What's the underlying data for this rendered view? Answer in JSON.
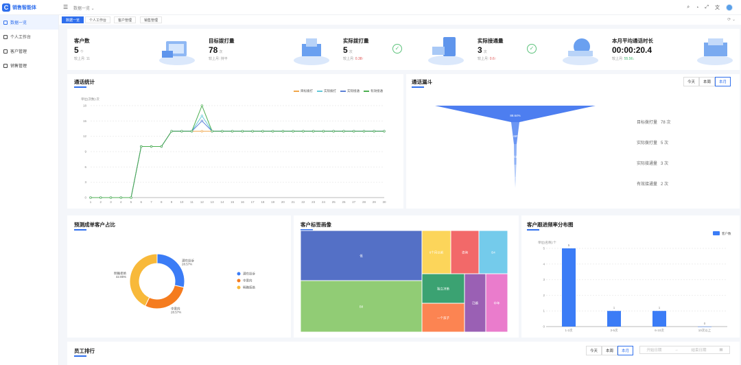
{
  "app": {
    "name": "销售智能体",
    "breadcrumb": "数据一览"
  },
  "sidebar": {
    "items": [
      {
        "label": "数据一览"
      },
      {
        "label": "个人工作台"
      },
      {
        "label": "客户管理"
      },
      {
        "label": "销售管理"
      }
    ]
  },
  "tabs": [
    {
      "label": "数据一览"
    },
    {
      "label": "个人工作台"
    },
    {
      "label": "客户管理"
    },
    {
      "label": "销售管理"
    }
  ],
  "stats": [
    {
      "title": "客户数",
      "value": "5",
      "unit": "个",
      "sub_label": "较上月:",
      "sub_value": "11"
    },
    {
      "title": "目标拨打量",
      "value": "78",
      "unit": "次",
      "sub_label": "较上月:",
      "sub_value": "持平"
    },
    {
      "title": "实际拨打量",
      "value": "5",
      "unit": "次",
      "sub_label": "较上月:",
      "sub_value": "0.38↑"
    },
    {
      "title": "实际接通量",
      "value": "3",
      "unit": "次",
      "sub_label": "较上月:",
      "sub_value": "0.6↑"
    },
    {
      "title": "本月平均通话时长",
      "value": "00:00:20.4",
      "unit": "",
      "sub_label": "较上月:",
      "sub_value": "55.56↓"
    }
  ],
  "call_stats": {
    "title": "通话统计",
    "unit": "单位(次数):次"
  },
  "funnel": {
    "title": "通话漏斗",
    "toggle": [
      "今天",
      "本周",
      "本月"
    ],
    "items": [
      {
        "label": "目标拨打量",
        "value": "78 次"
      },
      {
        "label": "实际拨打量",
        "value": "5 次"
      },
      {
        "label": "实际接通量",
        "value": "3 次"
      },
      {
        "label": "有效接通量",
        "value": "2 次"
      }
    ],
    "pcts": [
      "88.64%",
      "5.68%",
      "3.41%",
      "2.27%"
    ]
  },
  "forecast": {
    "title": "预测成单客户占比"
  },
  "tags": {
    "title": "客户标签画像"
  },
  "follow": {
    "title": "客户跟进频率分布图"
  },
  "ranking": {
    "title": "员工排行",
    "toggle": [
      "今天",
      "本周",
      "本月"
    ],
    "start_ph": "开始日期",
    "end_ph": "结束日期",
    "sep": "→"
  },
  "chart_data": [
    {
      "type": "line",
      "title": "",
      "ylabel": "单位(次数):次",
      "ylim": [
        0,
        18
      ],
      "yticks": [
        0,
        3,
        6,
        9,
        12,
        15,
        18
      ],
      "x": [
        1,
        2,
        3,
        4,
        5,
        6,
        7,
        8,
        9,
        10,
        11,
        12,
        13,
        14,
        15,
        16,
        17,
        18,
        19,
        20,
        21,
        22,
        23,
        24,
        25,
        26,
        27,
        28,
        29,
        30
      ],
      "series": [
        {
          "name": "目标拨打",
          "color": "#f0a64a",
          "values": [
            0,
            0,
            0,
            0,
            0,
            10,
            10,
            10,
            13,
            13,
            13,
            13,
            13,
            13,
            13,
            13,
            13,
            13,
            13,
            13,
            13,
            13,
            13,
            13,
            13,
            13,
            13,
            13,
            13,
            13
          ]
        },
        {
          "name": "实际拨打",
          "color": "#62c8d8",
          "values": [
            0,
            0,
            0,
            0,
            0,
            10,
            10,
            10,
            13,
            13,
            13,
            16,
            13,
            13,
            13,
            13,
            13,
            13,
            13,
            13,
            13,
            13,
            13,
            13,
            13,
            13,
            13,
            13,
            13,
            13
          ]
        },
        {
          "name": "实际接通",
          "color": "#5b7fd6",
          "values": [
            0,
            0,
            0,
            0,
            0,
            10,
            10,
            10,
            13,
            13,
            13,
            15,
            13,
            13,
            13,
            13,
            13,
            13,
            13,
            13,
            13,
            13,
            13,
            13,
            13,
            13,
            13,
            13,
            13,
            13
          ]
        },
        {
          "name": "有效接通",
          "color": "#4caf50",
          "values": [
            0,
            0,
            0,
            0,
            0,
            10,
            10,
            10,
            13,
            13,
            13,
            18,
            13,
            13,
            13,
            13,
            13,
            13,
            13,
            13,
            13,
            13,
            13,
            13,
            13,
            13,
            13,
            13,
            13,
            13
          ]
        }
      ]
    },
    {
      "type": "pie",
      "title": "预测成单客户占比",
      "slices": [
        {
          "name": "潜在投诉",
          "value": 28.57,
          "label": "潜在投诉\n28.57%",
          "color": "#3b7cf6"
        },
        {
          "name": "中意向",
          "value": 28.57,
          "label": "中意向\n28.57%",
          "color": "#f57c1f"
        },
        {
          "name": "明确拒绝",
          "value": 42.86,
          "label": "明确拒绝\n42.86%",
          "color": "#f8b93a"
        }
      ]
    },
    {
      "type": "treemap",
      "title": "客户标签画像",
      "items": [
        {
          "name": "低",
          "color": "#5470c6"
        },
        {
          "name": "6个月以前",
          "color": "#fcd55a"
        },
        {
          "name": "咨询",
          "color": "#f26969"
        },
        {
          "name": "B4",
          "color": "#74cbeb"
        },
        {
          "name": "B8",
          "color": "#91cc75"
        },
        {
          "name": "独立决策",
          "color": "#3ba272"
        },
        {
          "name": "已婚",
          "color": "#9a60b4"
        },
        {
          "name": "中年",
          "color": "#ea7ccc"
        },
        {
          "name": "一个孩子",
          "color": "#fc8452"
        }
      ]
    },
    {
      "type": "bar",
      "title": "客户跟进频率分布图",
      "ylabel": "单位(名称):个",
      "legend": "客户数",
      "categories": [
        "1-2次",
        "3-5次",
        "6-10次",
        "10次以上"
      ],
      "values": [
        5,
        1,
        1,
        0
      ],
      "ylim": [
        0,
        5
      ],
      "yticks": [
        0,
        1,
        2,
        3,
        4,
        5
      ],
      "color": "#3b7cf6"
    }
  ]
}
